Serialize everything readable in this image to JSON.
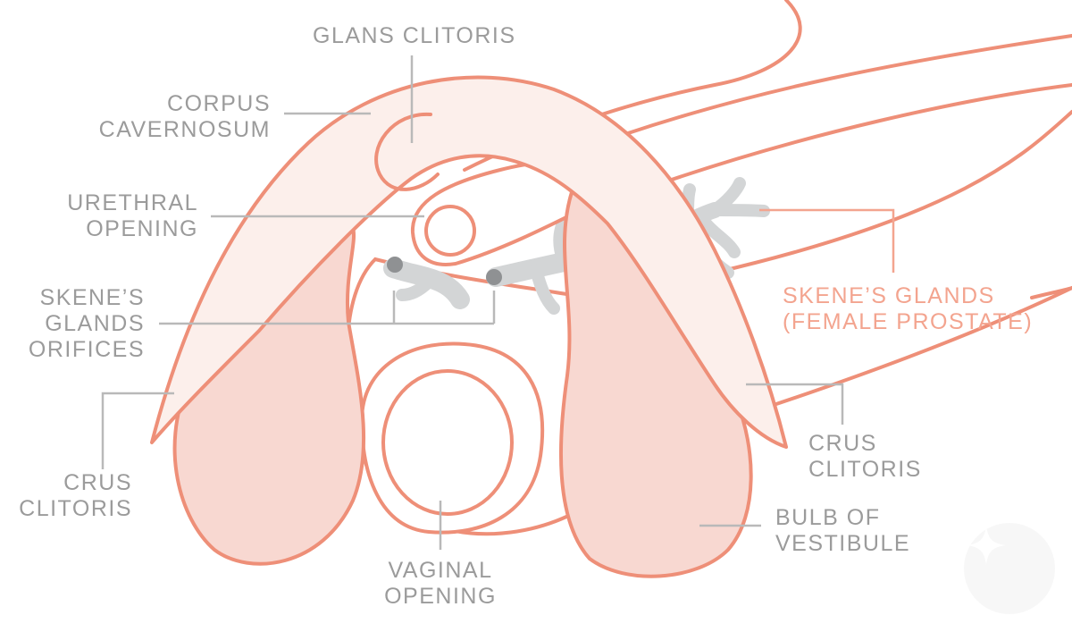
{
  "labels": {
    "glans_clitoris": "GLANS CLITORIS",
    "corpus_cavernosum": [
      "CORPUS",
      "CAVERNOSUM"
    ],
    "urethral_opening": [
      "URETHRAL",
      "OPENING"
    ],
    "skenes_glands_orifices": [
      "SKENE’S",
      "GLANDS",
      "ORIFICES"
    ],
    "crus_clitoris_left": [
      "CRUS",
      "CLITORIS"
    ],
    "vaginal_opening": [
      "VAGINAL",
      "OPENING"
    ],
    "skenes_glands_female_prostate": [
      "SKENE’S GLANDS",
      "(FEMALE PROSTATE)"
    ],
    "crus_clitoris_right": [
      "CRUS",
      "CLITORIS"
    ],
    "bulb_of_vestibule": [
      "BULB OF",
      "VESTIBULE"
    ]
  },
  "colors": {
    "outline": "#ee8f78",
    "bulb_fill": "#f8d8d1",
    "body_fill": "#fcefeb",
    "gland_fill": "#d3d5d6",
    "orifice_dot": "#8f9193",
    "leader_gray": "#b9b9b9",
    "leader_accent": "#f3a48f",
    "label_gray": "#9b9b9b",
    "label_accent": "#f3a48f"
  },
  "icons": {
    "corner_badge": "sparkle-icon"
  }
}
